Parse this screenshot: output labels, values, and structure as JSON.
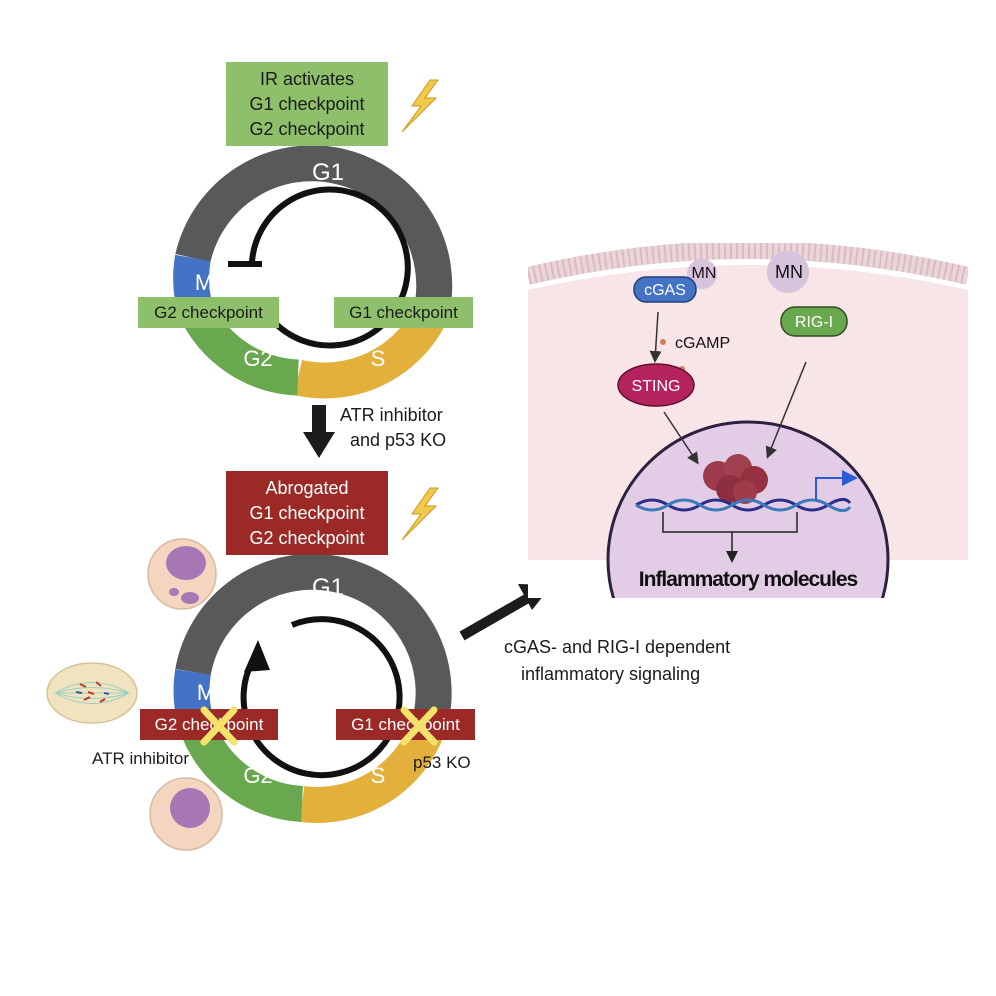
{
  "top_box": {
    "lines": [
      "IR activates",
      "G1 checkpoint",
      "G2 checkpoint"
    ]
  },
  "cycle_top": {
    "phase_g1": "G1",
    "phase_m": "M",
    "phase_g2": "G2",
    "phase_s": "S",
    "g2_checkpoint": "G2 checkpoint",
    "g1_checkpoint": "G1 checkpoint"
  },
  "arrow_label": [
    "ATR inhibitor",
    "and p53 KO"
  ],
  "abrogated_box": {
    "lines": [
      "Abrogated",
      "G1 checkpoint",
      "G2 checkpoint"
    ]
  },
  "cycle_bottom": {
    "phase_g1": "G1",
    "phase_m": "M",
    "phase_g2": "G2",
    "phase_s": "S",
    "g2_checkpoint": "G2 checkpoint",
    "g1_checkpoint": "G1 checkpoint",
    "left_label": "ATR inhibitor",
    "right_label": "p53 KO"
  },
  "signaling_label": [
    "cGAS- and RIG-I dependent",
    "inflammatory signaling"
  ],
  "cell_panel": {
    "cgas": "cGAS",
    "mn1": "MN",
    "mn2": "MN",
    "rigi": "RIG-I",
    "cgamp": "cGAMP",
    "sting": "STING",
    "output": "Inflammatory molecules"
  },
  "colors": {
    "g1": "#58595b",
    "m": "#4472c4",
    "g2": "#6aa84f",
    "s": "#e2b03b",
    "green_box": "#8ec06c",
    "red_box": "#9b2a26",
    "cell": "#f8e5e8",
    "nucleus": "#e3cde6",
    "sting": "#b5235e",
    "cgas": "#4472c4"
  }
}
